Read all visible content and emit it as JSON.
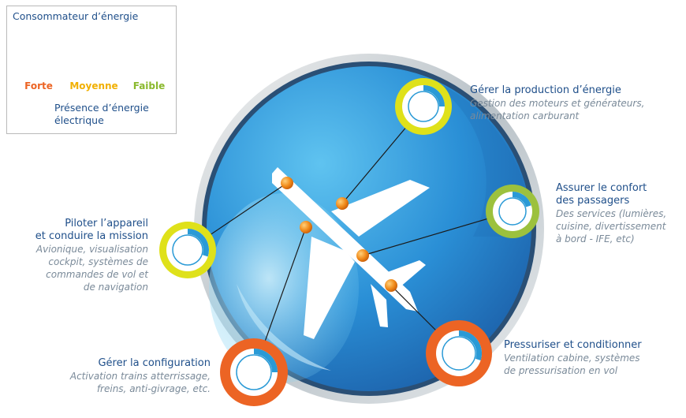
{
  "colors": {
    "forte": "#ec6424",
    "moyenne": "#dfe11a",
    "faible": "#9cc13d",
    "electric": "#2a9ad6",
    "text_title": "#1f4f8a",
    "text_sub": "#7a8a99"
  },
  "legend": {
    "title": "Consommateur d’énergie",
    "levels": [
      {
        "key": "forte",
        "label": "Forte",
        "color": "#ec6424"
      },
      {
        "key": "moyenne",
        "label": "Moyenne",
        "color": "#f1b000"
      },
      {
        "key": "faible",
        "label": "Faible",
        "color": "#8ab92d"
      }
    ],
    "electric_label_line1": "Présence d’énergie",
    "electric_label_line2": "électrique"
  },
  "functions": [
    {
      "id": "production",
      "title": "Gérer la production d’énergie",
      "desc": [
        "Gestion des moteurs et générateurs,",
        "alimentation carburant"
      ],
      "level": "moyenne",
      "electric_fraction": 0.25
    },
    {
      "id": "confort",
      "title": [
        "Assurer le confort",
        "des passagers"
      ],
      "desc": [
        "Des services (lumières,",
        "cuisine, divertissement",
        "à bord - IFE, etc)"
      ],
      "level": "faible",
      "electric_fraction": 0.2
    },
    {
      "id": "piloter",
      "title": [
        "Piloter l’appareil",
        "et conduire la mission"
      ],
      "desc": [
        "Avionique, visualisation",
        "cockpit, systèmes de",
        "commandes de vol et",
        "de navigation"
      ],
      "level": "moyenne",
      "electric_fraction": 0.3
    },
    {
      "id": "configuration",
      "title": "Gérer la configuration",
      "desc": [
        "Activation trains atterrissage,",
        "freins, anti-givrage, etc."
      ],
      "level": "forte",
      "electric_fraction": 0.25
    },
    {
      "id": "pressuriser",
      "title": "Pressuriser et conditionner",
      "desc": [
        "Ventilation cabine, systèmes",
        "de pressurisation en vol"
      ],
      "level": "forte",
      "electric_fraction": 0.3
    }
  ]
}
